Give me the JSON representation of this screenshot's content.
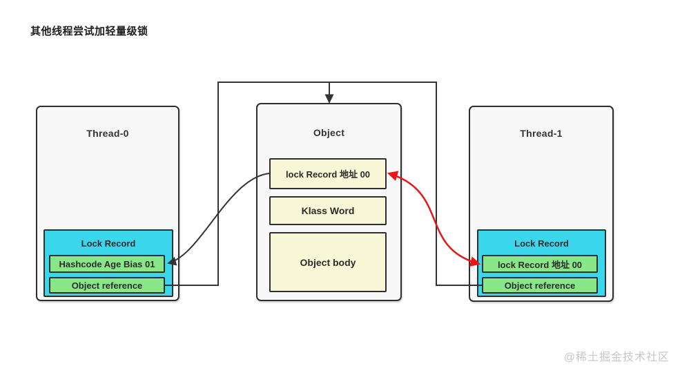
{
  "title": "其他线程尝试加轻量级锁",
  "watermark": "@稀土掘金技术社区",
  "colors": {
    "lock_record_bg": "#3ad6ec",
    "record_row_bg": "#89e789",
    "object_row_bg": "#f8f8d8",
    "box_bg": "#f7f7f7",
    "line": "#333333",
    "red_arrow": "#e81616"
  },
  "diagram": {
    "thread0": {
      "title": "Thread-0",
      "lock_record": {
        "title": "Lock Record",
        "rows": [
          "Hashcode Age Bias 01",
          "Object reference"
        ]
      }
    },
    "object": {
      "title": "Object",
      "rows": [
        "lock Record 地址 00",
        "Klass Word",
        "Object body"
      ]
    },
    "thread1": {
      "title": "Thread-1",
      "lock_record": {
        "title": "Lock Record",
        "rows": [
          "lock Record 地址 00",
          "Object reference"
        ]
      }
    }
  }
}
